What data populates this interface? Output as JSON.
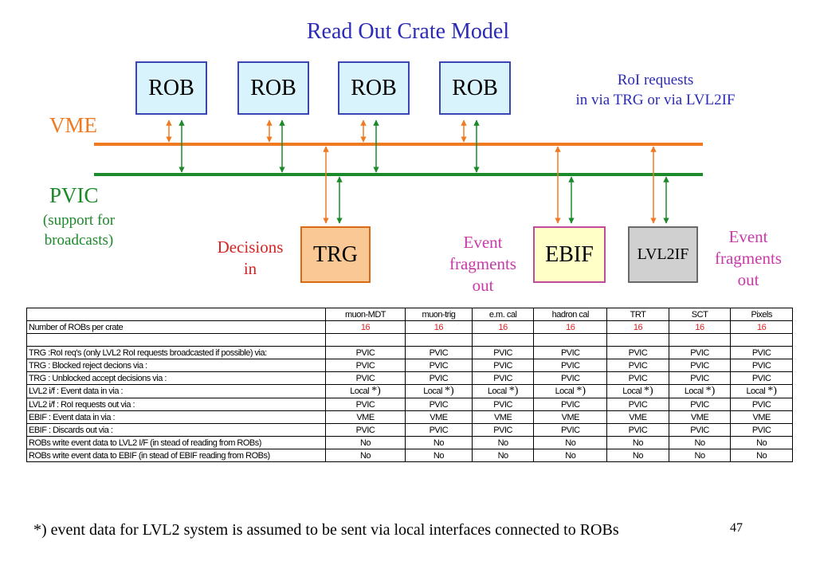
{
  "title": "Read Out Crate Model",
  "rob_label": "ROB",
  "bus": {
    "vme": "VME",
    "pvic": "PVIC",
    "pvic_note_1": "(support for",
    "pvic_note_2": "broadcasts)"
  },
  "colors": {
    "vme": "#f07a22",
    "pvic": "#1b8a2a",
    "title": "#2b2bb8"
  },
  "roi_note": {
    "line1": "RoI requests",
    "line2": "in via TRG or via LVL2IF"
  },
  "trg": {
    "label": "TRG",
    "note_1": "Decisions",
    "note_2": "in"
  },
  "ebif": {
    "label": "EBIF",
    "note_1": "Event",
    "note_2": "fragments",
    "note_3": "out"
  },
  "lvl2if": {
    "label": "LVL2IF",
    "note_1": "Event",
    "note_2": "fragments",
    "note_3": "out"
  },
  "table": {
    "columns": [
      "muon-MDT",
      "muon-trig",
      "e.m. cal",
      "hadron cal",
      "TRT",
      "SCT",
      "Pixels"
    ],
    "rows": [
      {
        "label": "Number of ROBs per crate",
        "cells": [
          "16",
          "16",
          "16",
          "16",
          "16",
          "16",
          "16"
        ]
      },
      {
        "label": "",
        "cells": [
          "",
          "",
          "",
          "",
          "",
          "",
          ""
        ]
      },
      {
        "label": "TRG  :RoI req's (only LVL2 RoI requests broadcasted if possible) via:",
        "cells": [
          "PVIC",
          "PVIC",
          "PVIC",
          "PVIC",
          "PVIC",
          "PVIC",
          "PVIC"
        ]
      },
      {
        "label": "TRG : Blocked reject decions via :",
        "cells": [
          "PVIC",
          "PVIC",
          "PVIC",
          "PVIC",
          "PVIC",
          "PVIC",
          "PVIC"
        ]
      },
      {
        "label": "TRG : Unblocked accept decisions via :",
        "cells": [
          "PVIC",
          "PVIC",
          "PVIC",
          "PVIC",
          "PVIC",
          "PVIC",
          "PVIC"
        ]
      },
      {
        "label": "LVL2 i/f : Event data in via :",
        "cells": [
          "Local",
          "Local",
          "Local",
          "Local",
          "Local",
          "Local",
          "Local"
        ],
        "mark": "*)"
      },
      {
        "label": "LVL2 i/f : RoI requests out via :",
        "cells": [
          "PVIC",
          "PVIC",
          "PVIC",
          "PVIC",
          "PVIC",
          "PVIC",
          "PVIC"
        ]
      },
      {
        "label": "EBIF : Event data in via :",
        "cells": [
          "VME",
          "VME",
          "VME",
          "VME",
          "VME",
          "VME",
          "VME"
        ]
      },
      {
        "label": "EBIF : Discards out via :",
        "cells": [
          "PVIC",
          "PVIC",
          "PVIC",
          "PVIC",
          "PVIC",
          "PVIC",
          "PVIC"
        ]
      },
      {
        "label": "ROBs write event data to LVL2 I/F (in stead of reading from ROBs)",
        "cells": [
          "No",
          "No",
          "No",
          "No",
          "No",
          "No",
          "No"
        ]
      },
      {
        "label": "ROBs write event data to EBIF (in stead of EBIF reading from ROBs)",
        "cells": [
          "No",
          "No",
          "No",
          "No",
          "No",
          "No",
          "No"
        ]
      }
    ]
  },
  "footnote": "*) event data for LVL2 system is assumed to be sent via local interfaces connected to ROBs",
  "page_number": "47"
}
